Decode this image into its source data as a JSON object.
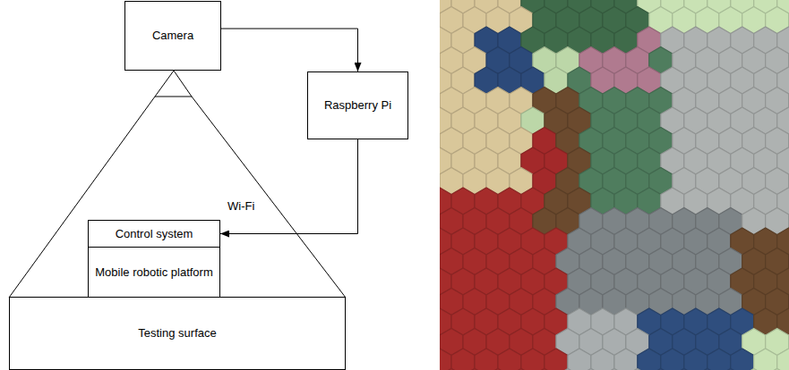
{
  "diagram": {
    "nodes": [
      {
        "text": [
          "Camera"
        ]
      },
      {
        "text": [
          "Raspberry Pi"
        ]
      },
      {
        "text": [
          "Control system"
        ]
      },
      {
        "text": [
          "Mobile robotic platform"
        ]
      },
      {
        "text": [
          "Testing surface"
        ]
      }
    ],
    "edges": [
      {
        "from": 0,
        "to": 1,
        "arrow": "to"
      },
      {
        "from": 1,
        "to": 2,
        "label": "Wi-Fi",
        "arrow": "to"
      }
    ]
  }
}
